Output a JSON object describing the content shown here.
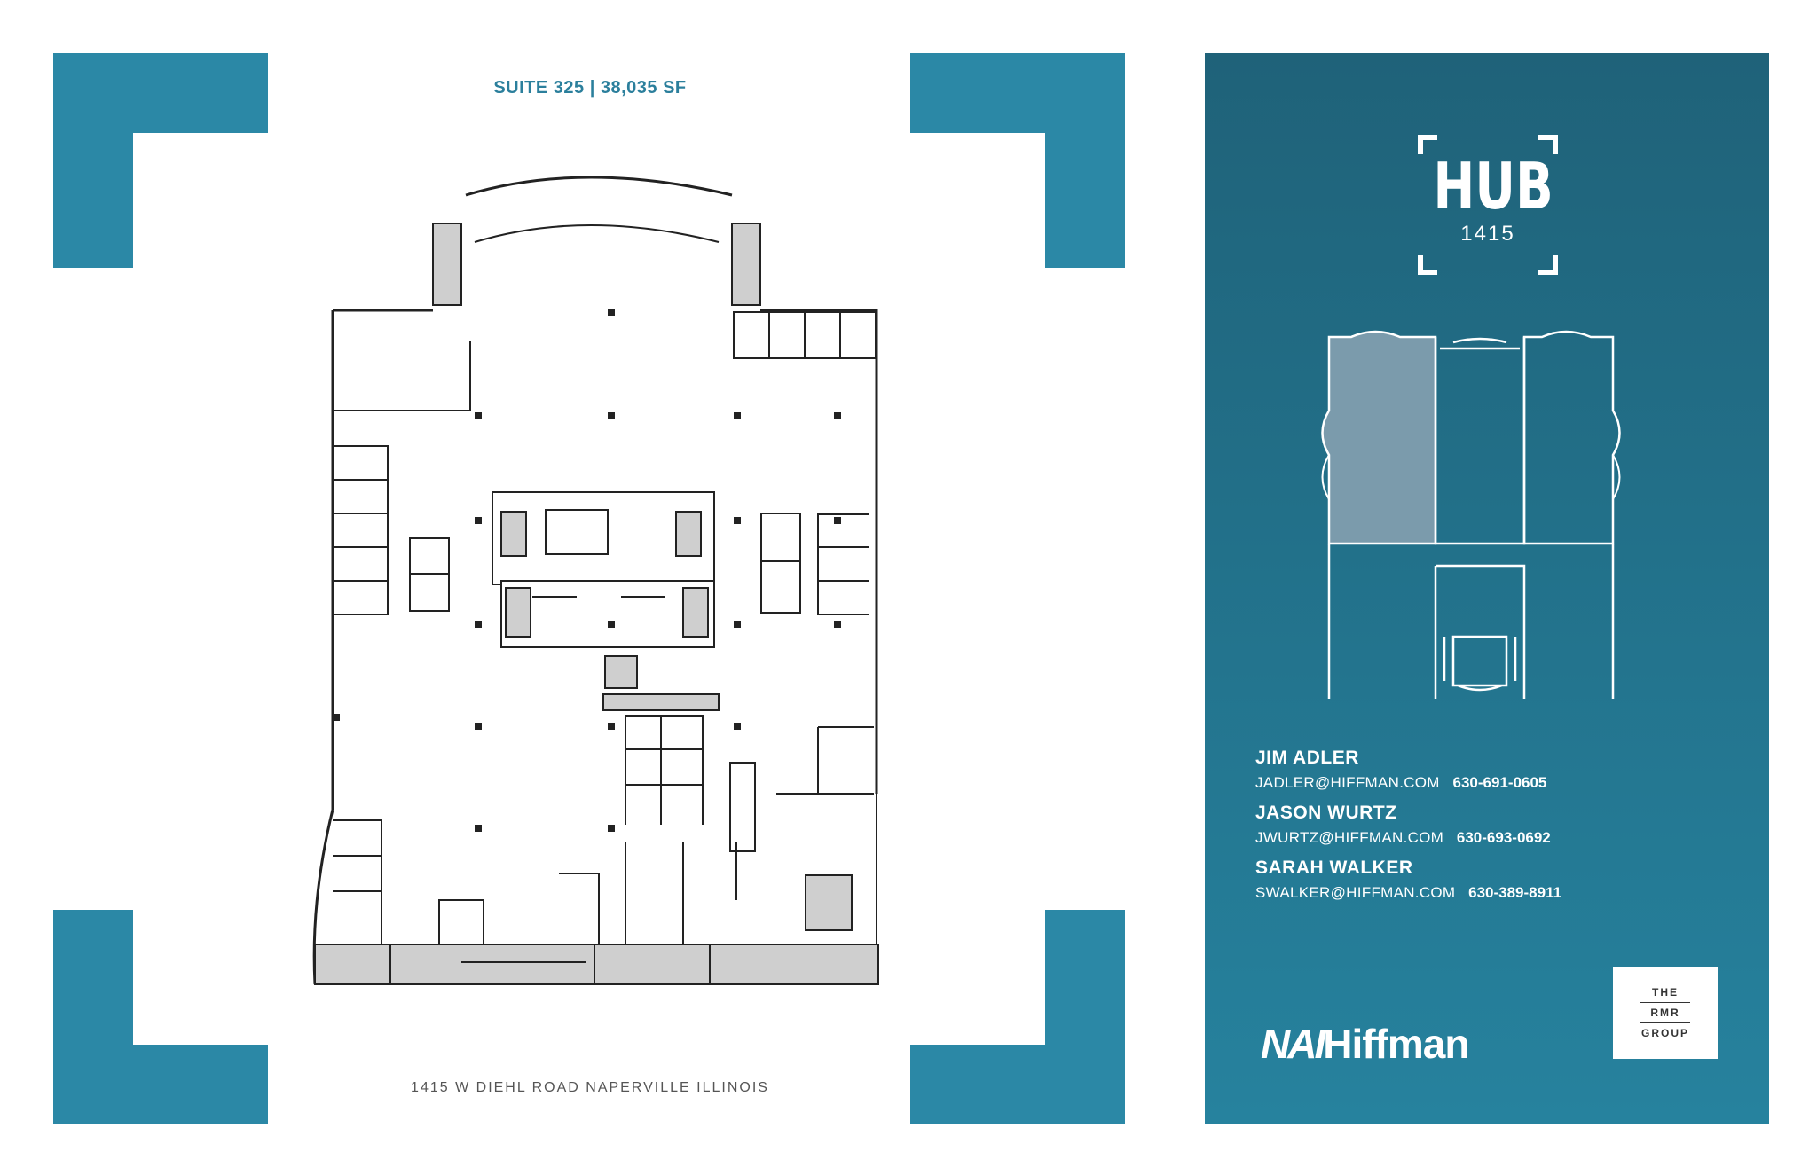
{
  "flyer": {
    "suite_title": "SUITE 325 | 38,035 SF",
    "address": "1415 W DIEHL ROAD NAPERVILLE ILLINOIS"
  },
  "colors": {
    "accent": "#2b88a6",
    "panel_top": "#1f6279",
    "panel_bottom": "#26829e"
  },
  "branding": {
    "hub_title": "HUB",
    "hub_number": "1415",
    "broker_logo_prefix": "NAI",
    "broker_logo_name": "Hiffman",
    "landlord_logo": [
      "THE",
      "RMR",
      "GROUP"
    ]
  },
  "contacts": [
    {
      "name": "JIM ADLER",
      "email": "JADLER@HIFFMAN.COM",
      "phone": "630-691-0605"
    },
    {
      "name": "JASON WURTZ",
      "email": "JWURTZ@HIFFMAN.COM",
      "phone": "630-693-0692"
    },
    {
      "name": "SARAH WALKER",
      "email": "SWALKER@HIFFMAN.COM",
      "phone": "630-389-8911"
    }
  ]
}
